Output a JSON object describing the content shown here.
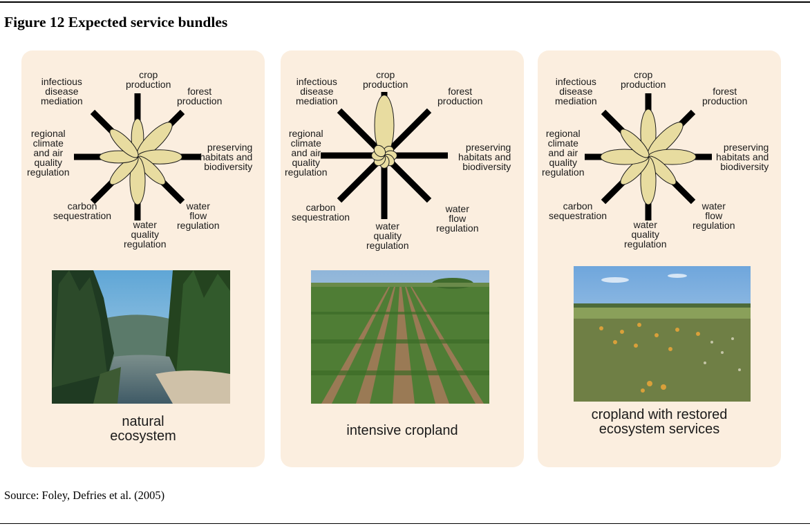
{
  "figure_title": "Figure 12 Expected service bundles",
  "source": "Source: Foley, Defries et al. (2005)",
  "labels": {
    "crop": "crop\nproduction",
    "forest": "forest\nproduction",
    "habitat": "preserving\nhabitats and\nbiodiversity",
    "water_flow": "water\nflow\nregulation",
    "water_quality": "water\nquality\nregulation",
    "carbon": "carbon\nsequestration",
    "climate": "regional\nclimate\nand air\nquality\nregulation",
    "disease": "infectious\ndisease\nmediation"
  },
  "panels": [
    {
      "caption": "natural\necosystem",
      "photo": "forest river landscape",
      "petal_levels": {
        "crop": 0.6,
        "forest": 0.75,
        "habitat": 0.7,
        "water_flow": 0.6,
        "water_quality": 0.75,
        "carbon": 0.6,
        "climate": 0.6,
        "disease": 0.6
      }
    },
    {
      "caption": "intensive cropland",
      "photo": "rows of crops",
      "petal_levels": {
        "crop": 0.95,
        "forest": 0.18,
        "habitat": 0.2,
        "water_flow": 0.2,
        "water_quality": 0.2,
        "carbon": 0.2,
        "climate": 0.2,
        "disease": 0.2
      }
    },
    {
      "caption": "cropland with restored\necosystem services",
      "photo": "restored prairie beside cropland",
      "petal_levels": {
        "crop": 0.75,
        "forest": 0.75,
        "habitat": 0.75,
        "water_flow": 0.6,
        "water_quality": 0.75,
        "carbon": 0.6,
        "climate": 0.75,
        "disease": 0.6
      }
    }
  ],
  "colors": {
    "panel_bg": "#fbeedf",
    "petal_fill": "#e8dca0",
    "petal_stroke": "#1a1a1a",
    "axis": "#000000"
  }
}
